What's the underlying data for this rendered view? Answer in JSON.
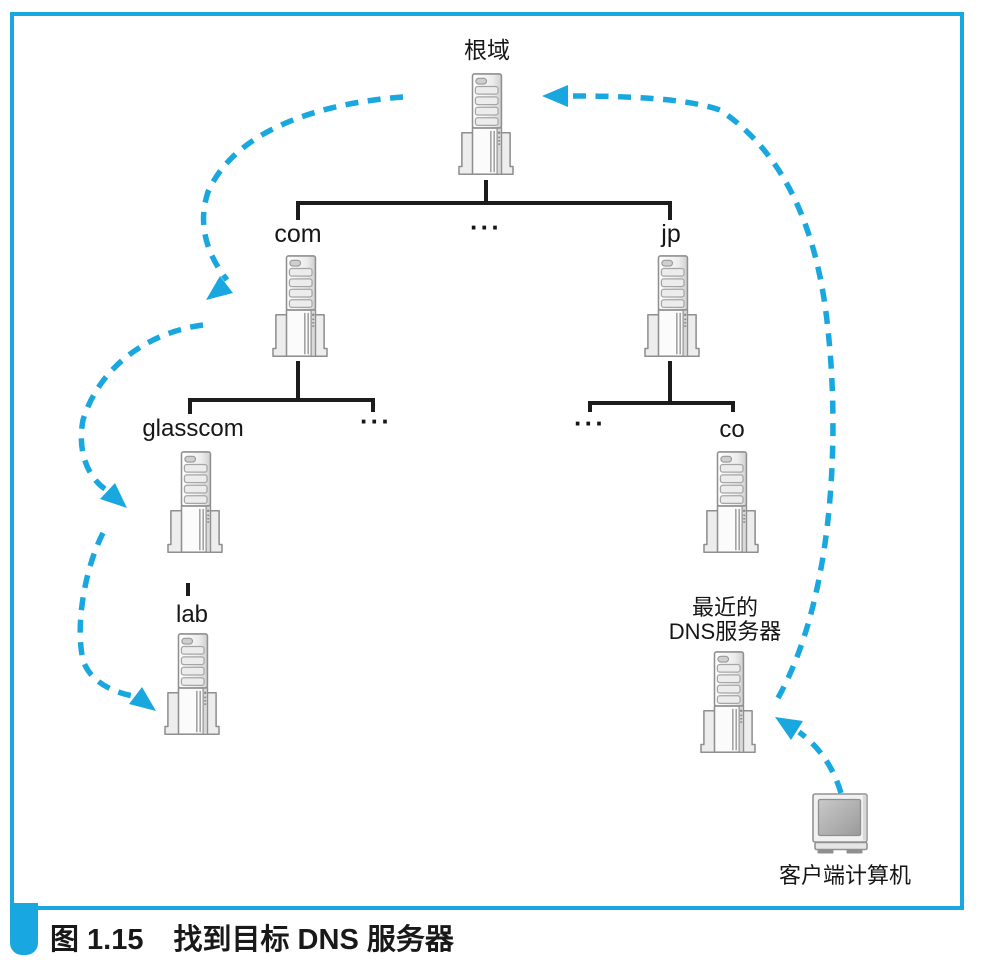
{
  "figure": {
    "caption_prefix": "图 1.15",
    "caption_title": "找到目标 DNS 服务器"
  },
  "labels": {
    "root": "根域",
    "com": "com",
    "dots_top": "···",
    "jp": "jp",
    "glasscom": "glasscom",
    "dots_com_children": "···",
    "dots_jp_children": "···",
    "co": "co",
    "lab": "lab",
    "dns_line1": "最近的",
    "dns_line2": "DNS服务器",
    "client": "客户端计算机"
  },
  "colors": {
    "accent_cyan": "#19a7e0",
    "tree_line": "#1c1c1c",
    "server_gray": "#e8e8e8"
  },
  "icons": {
    "server": "tower-server-icon",
    "client": "crt-monitor-icon",
    "arrows": "dashed-curved-arrow"
  }
}
